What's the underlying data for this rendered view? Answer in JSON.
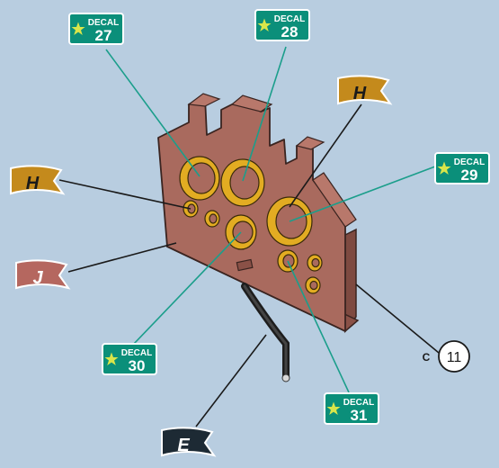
{
  "colors": {
    "background": "#b8cde0",
    "panel": "#a96a5e",
    "panel_side": "#7e4a41",
    "gauge_ring": "#e2ac22",
    "decal_green": "#0b8f7a",
    "leader_teal": "#1b9e8b",
    "flag_gold": "#c48a1c",
    "flag_brick": "#b5675f",
    "flag_dark": "#1d2a34"
  },
  "decals": [
    {
      "word": "DECAL",
      "number": "27",
      "star_icon": "star-icon"
    },
    {
      "word": "DECAL",
      "number": "28",
      "star_icon": "star-icon"
    },
    {
      "word": "DECAL",
      "number": "29",
      "star_icon": "star-icon"
    },
    {
      "word": "DECAL",
      "number": "30",
      "star_icon": "star-icon"
    },
    {
      "word": "DECAL",
      "number": "31",
      "star_icon": "star-icon"
    }
  ],
  "flags": [
    {
      "letter": "H"
    },
    {
      "letter": "H"
    },
    {
      "letter": "J"
    },
    {
      "letter": "E"
    }
  ],
  "callout": {
    "prefix": "C",
    "number": "11"
  }
}
